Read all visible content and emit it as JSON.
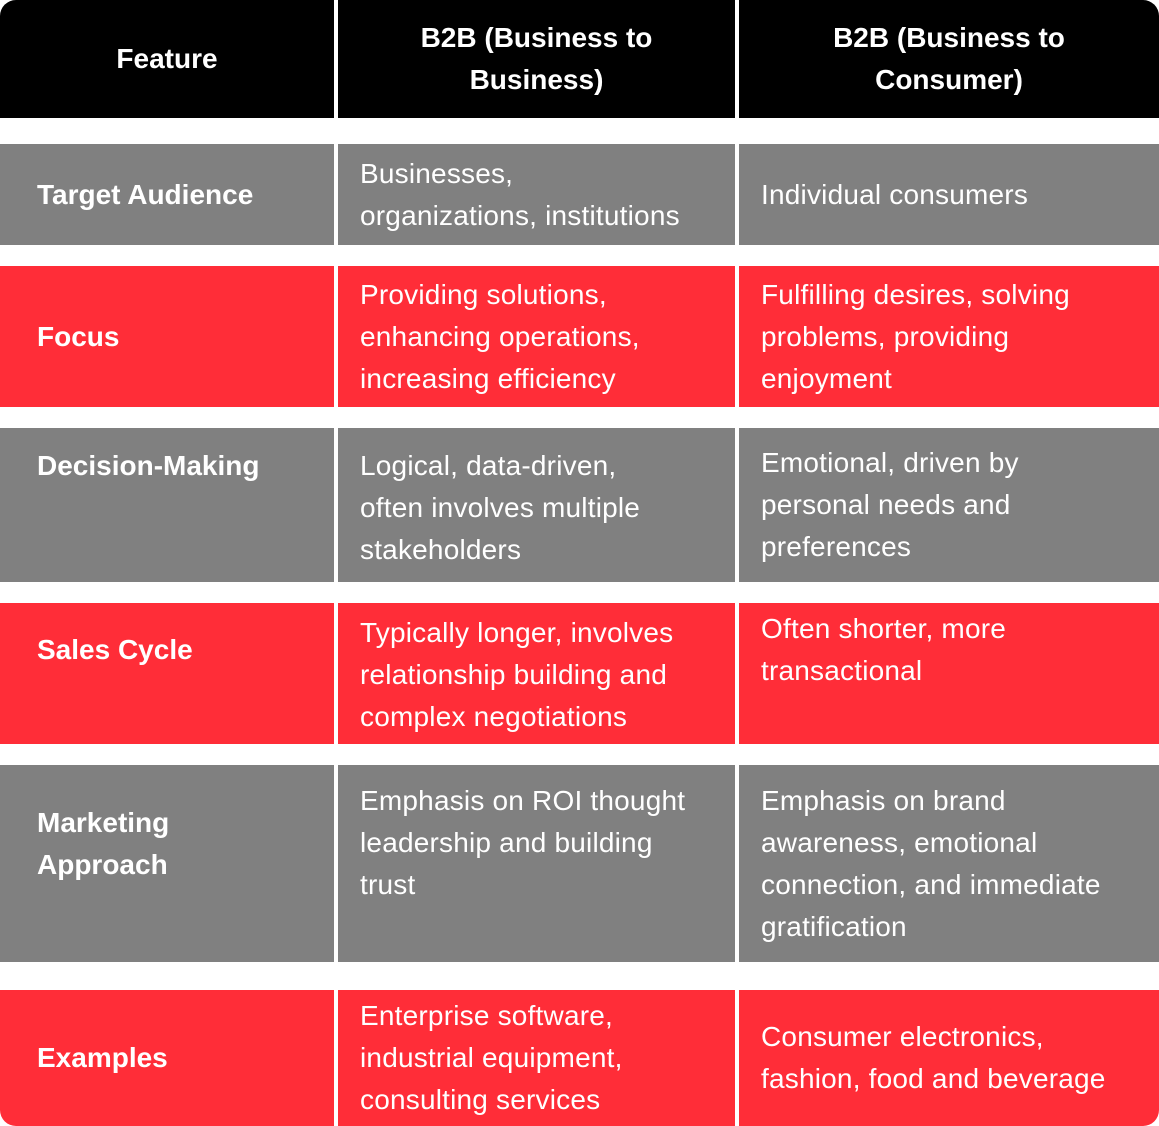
{
  "header": {
    "feature": "Feature",
    "b2b": "B2B (Business to\nBusiness)",
    "b2c": "B2B (Business to\nConsumer)"
  },
  "rows": [
    {
      "feature": "Target Audience",
      "b2b": "Businesses,\norganizations, institutions",
      "b2c": "Individual consumers",
      "color": "#808080"
    },
    {
      "feature": "Focus",
      "b2b": "Providing solutions,\nenhancing operations,\nincreasing efficiency",
      "b2c": "Fulfilling desires, solving\nproblems, providing\nenjoyment",
      "color": "#ff2d38"
    },
    {
      "feature": "Decision-Making",
      "b2b": "Logical, data-driven,\noften involves multiple\nstakeholders",
      "b2c": "Emotional, driven by\npersonal needs and\npreferences",
      "color": "#808080"
    },
    {
      "feature": "Sales Cycle",
      "b2b": "Typically longer, involves\nrelationship building and\ncomplex negotiations",
      "b2c": "Often shorter, more\ntransactional",
      "color": "#ff2d38"
    },
    {
      "feature": "Marketing\nApproach",
      "b2b": "Emphasis on ROI thought\nleadership and building\ntrust",
      "b2c": "Emphasis on brand\nawareness, emotional\nconnection, and immediate\ngratification",
      "color": "#808080"
    },
    {
      "feature": "Examples",
      "b2b": "Enterprise software,\nindustrial equipment,\nconsulting services",
      "b2c": "Consumer electronics,\nfashion, food and beverage",
      "color": "#ff2d38"
    }
  ]
}
